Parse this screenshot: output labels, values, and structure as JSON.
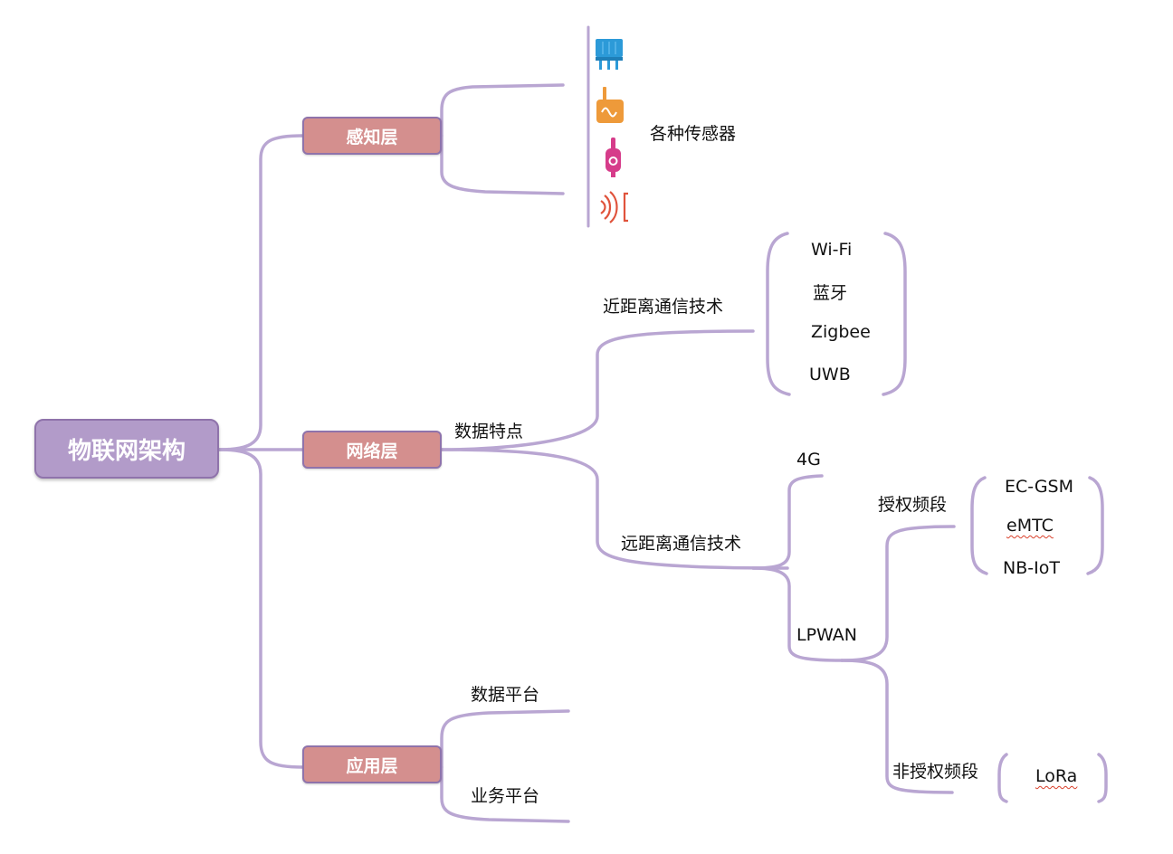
{
  "root": {
    "label": "物联网架构"
  },
  "layers": {
    "perception": {
      "label": "感知层",
      "sensor_label": "各种传感器",
      "icons": [
        "chip-icon",
        "wireless-sensor-icon",
        "probe-sensor-icon",
        "radar-sensor-icon"
      ]
    },
    "network": {
      "label": "网络层",
      "feature_label": "数据特点",
      "short_range": {
        "label": "近距离通信技术",
        "items": [
          "Wi-Fi",
          "蓝牙",
          "Zigbee",
          "UWB"
        ]
      },
      "long_range": {
        "label": "远距离通信技术",
        "fourg": "4G",
        "lpwan": {
          "label": "LPWAN",
          "licensed": {
            "label": "授权频段",
            "items": [
              "EC-GSM",
              "eMTC",
              "NB-IoT"
            ]
          },
          "unlicensed": {
            "label": "非授权频段",
            "items": [
              "LoRa"
            ]
          }
        }
      }
    },
    "application": {
      "label": "应用层",
      "items": [
        "数据平台",
        "业务平台"
      ]
    }
  },
  "colors": {
    "connector": "#b9a6d2",
    "root_fill": "#b29bc9",
    "layer_fill": "#d48f8e",
    "node_border": "#8f73ab",
    "chip_icon": "#2c9ad8",
    "wireless_icon": "#ee9a3a",
    "probe_icon": "#d63c8a",
    "radar_icon": "#e0533c"
  }
}
